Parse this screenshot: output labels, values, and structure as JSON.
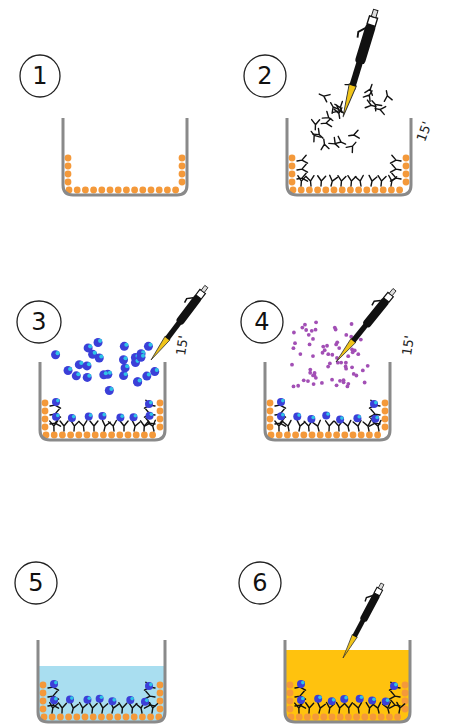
{
  "diagram": {
    "nodes": [
      {
        "text": [
          "1"
        ]
      },
      {
        "text": [
          "2"
        ]
      },
      {
        "text": [
          "3"
        ]
      },
      {
        "text": [
          "4"
        ]
      },
      {
        "text": [
          "5"
        ]
      },
      {
        "text": [
          "6"
        ]
      }
    ],
    "labels": [
      "15'",
      "15'",
      "15'"
    ]
  }
}
